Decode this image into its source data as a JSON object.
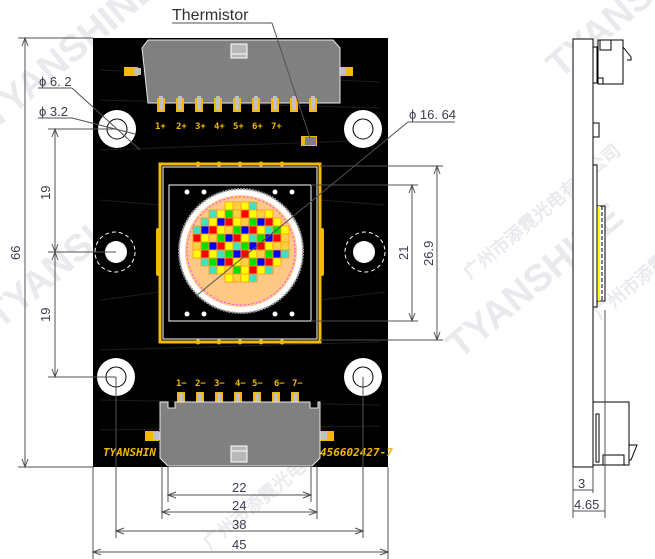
{
  "labels": {
    "thermistor": "Thermistor",
    "hole_outer": "ϕ 6. 2",
    "hole_inner": "ϕ 3.2",
    "led_diameter": "ϕ 16. 64"
  },
  "dimensions": {
    "height_total": "66",
    "hole_spacing_upper": "19",
    "hole_spacing_lower": "19",
    "led_window_inner": "21",
    "led_window_outer": "26.9",
    "connector_inner": "22",
    "connector_outer": "24",
    "hole_pitch_x": "38",
    "width_total": "45",
    "side_pcb_thickness": "3",
    "side_total_thickness": "4.65"
  },
  "silkscreen": {
    "brand": "TYANSHIN",
    "part_number": "456602427-7"
  },
  "pins_positive": [
    "1+",
    "2+",
    "3+",
    "4+",
    "5+",
    "6+",
    "7+"
  ],
  "pins_negative": [
    "1−",
    "2−",
    "3−",
    "4−",
    "5−",
    "6−",
    "7−"
  ],
  "watermark": {
    "brand": "TYANSHINE",
    "company": "广州市添霓光电有限公司"
  },
  "colors": {
    "pcb": "#000000",
    "pad_gold": "#f5b800",
    "connector_gray": "#808080",
    "dimension_line": "#505050",
    "led_red": "#ff0000",
    "led_green": "#00e000",
    "led_blue": "#0000ff",
    "led_yellow": "#ffff00",
    "led_cyan": "#40e0c0",
    "led_amber": "#ffd040"
  }
}
